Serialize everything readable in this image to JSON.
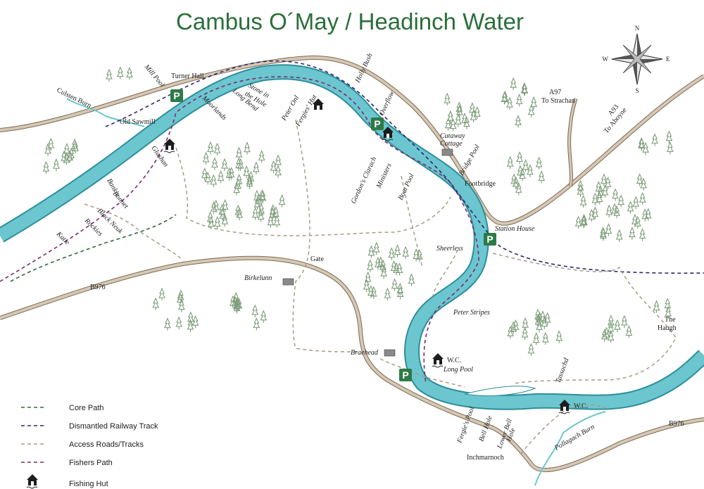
{
  "title": "Cambus O´May / Headinch Water",
  "compass": {
    "n": "N",
    "e": "E",
    "s": "S",
    "w": "W"
  },
  "colors": {
    "river": "#6cc6cf",
    "river_edge": "#2c8e9a",
    "road": "#c8b7a0",
    "road_edge": "#7a6a55",
    "core_path": "#2f6a3e",
    "railway": "#2b2870",
    "access": "#a89c86",
    "fishers": "#7a2a6e",
    "parking": "#2e7a46",
    "title": "#2b6e3a",
    "tree": "#7e9d7a"
  },
  "labels": {
    "culsten_burn": "Culsten Burn",
    "mill_pool": "Mill Pool",
    "turner_hall": "Turner Hall",
    "old_sawmill": "Old Sawmill",
    "moorlands": "Moorlands",
    "long_bend": "Long Bend",
    "stone_in_the_hole_1": "Stone in",
    "stone_in_the_hole_2": "the Hole",
    "peter_onl": "Peter Onl",
    "fergies_hut": "Fergies' Hut",
    "holly_bush": "Holly Bush",
    "overflow": "Overflow",
    "glashan": "Glashan",
    "bankie": "Bankie",
    "bonnet": "Bonnet",
    "black_neuk": "Black Neuk",
    "rockies": "Rockies",
    "katie": "Katie",
    "gordons_clarach": "Gordon's Clarach",
    "ministers": "Ministers",
    "boat_pool": "Boat Pool",
    "cutaway_cottage_1": "Cutaway",
    "cutaway_cottage_2": "Cottage",
    "bridge_pool": "Bridge Pool",
    "footbridge": "Footbridge",
    "a97": "A97",
    "to_strachan": "To Strachan",
    "a93": "A93",
    "to_aboyne": "To Aboyne",
    "station_house": "Station House",
    "sheerless": "Sheerless",
    "gate": "Gate",
    "birkelunn": "Birkelunn",
    "b976_west": "B976",
    "peter_stripes": "Peter Stripes",
    "the_haugh_1": "The",
    "the_haugh_2": "Haugh",
    "braehead": "Braehead",
    "wc_1": "W.C.",
    "long_pool": "Long Pool",
    "tassachd": "Tassachd",
    "wc_2": "W.C.",
    "fergies_pool": "Fergie's Pool",
    "bell_hole": "Bell Hole",
    "lower_bell_hole_1": "Lower Bell",
    "lower_bell_hole_2": "Hole",
    "pollagach_burn": "Pollagach Burn",
    "b976_east": "B976",
    "inchmarnoch": "Inchmarnoch"
  },
  "parking": "P",
  "legend": [
    {
      "label": "Core Path",
      "color": "#2f6a3e",
      "style": "dash"
    },
    {
      "label": "Dismantled Railway Track",
      "color": "#2b2870",
      "style": "dash"
    },
    {
      "label": "Access Roads/Tracks",
      "color": "#a89c86",
      "style": "dash"
    },
    {
      "label": "Fishers Path",
      "color": "#7a2a6e",
      "style": "dash"
    },
    {
      "label": "Fishing Hut",
      "color": "#1d1d1d",
      "style": "hut-icon"
    }
  ]
}
